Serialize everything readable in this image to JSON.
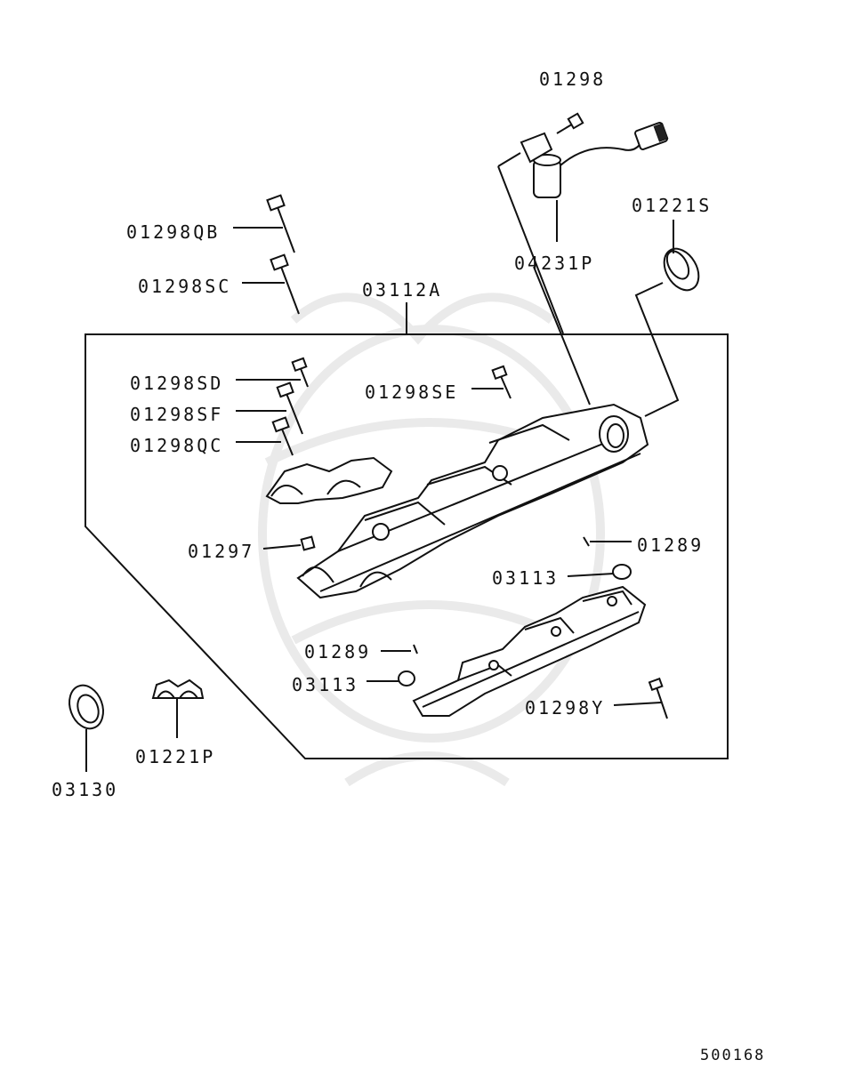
{
  "diagram": {
    "assembly_label": "03112A",
    "footer_code": "500168"
  },
  "labels": {
    "l01298": "01298",
    "l04231P": "04231P",
    "l01221S": "01221S",
    "l01298QB": "01298QB",
    "l01298SC": "01298SC",
    "l03112A": "03112A",
    "l01298SD": "01298SD",
    "l01298SE": "01298SE",
    "l01298SF": "01298SF",
    "l01298QC": "01298QC",
    "l01297": "01297",
    "l01289a": "01289",
    "l03113a": "03113",
    "l01289b": "01289",
    "l03113b": "03113",
    "l01298Y": "01298Y",
    "l03130": "03130",
    "l01221P": "01221P"
  }
}
